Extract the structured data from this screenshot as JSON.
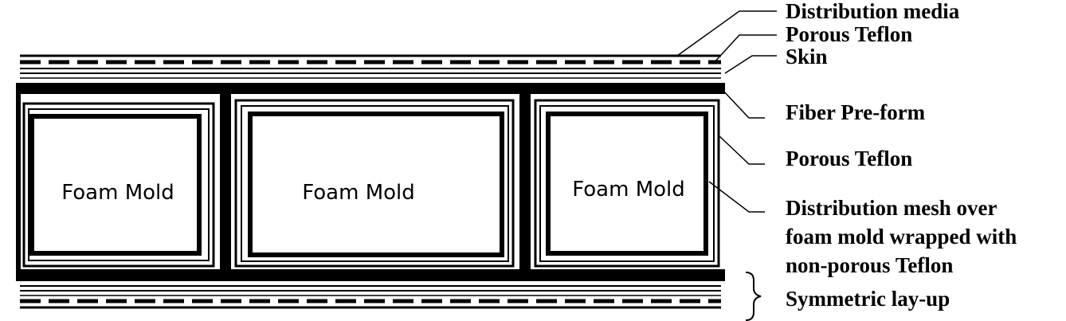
{
  "molds": [
    {
      "label": "Foam Mold"
    },
    {
      "label": "Foam Mold"
    },
    {
      "label": "Foam Mold"
    }
  ],
  "callouts": {
    "distribution_media": "Distribution media",
    "porous_teflon_top": "Porous Teflon",
    "skin": "Skin",
    "fiber_preform": "Fiber Pre-form",
    "porous_teflon_side": "Porous Teflon",
    "mesh_line1": "Distribution mesh over",
    "mesh_line2": "foam mold wrapped with",
    "mesh_line3": "non-porous Teflon",
    "symmetric": "Symmetric lay-up"
  }
}
